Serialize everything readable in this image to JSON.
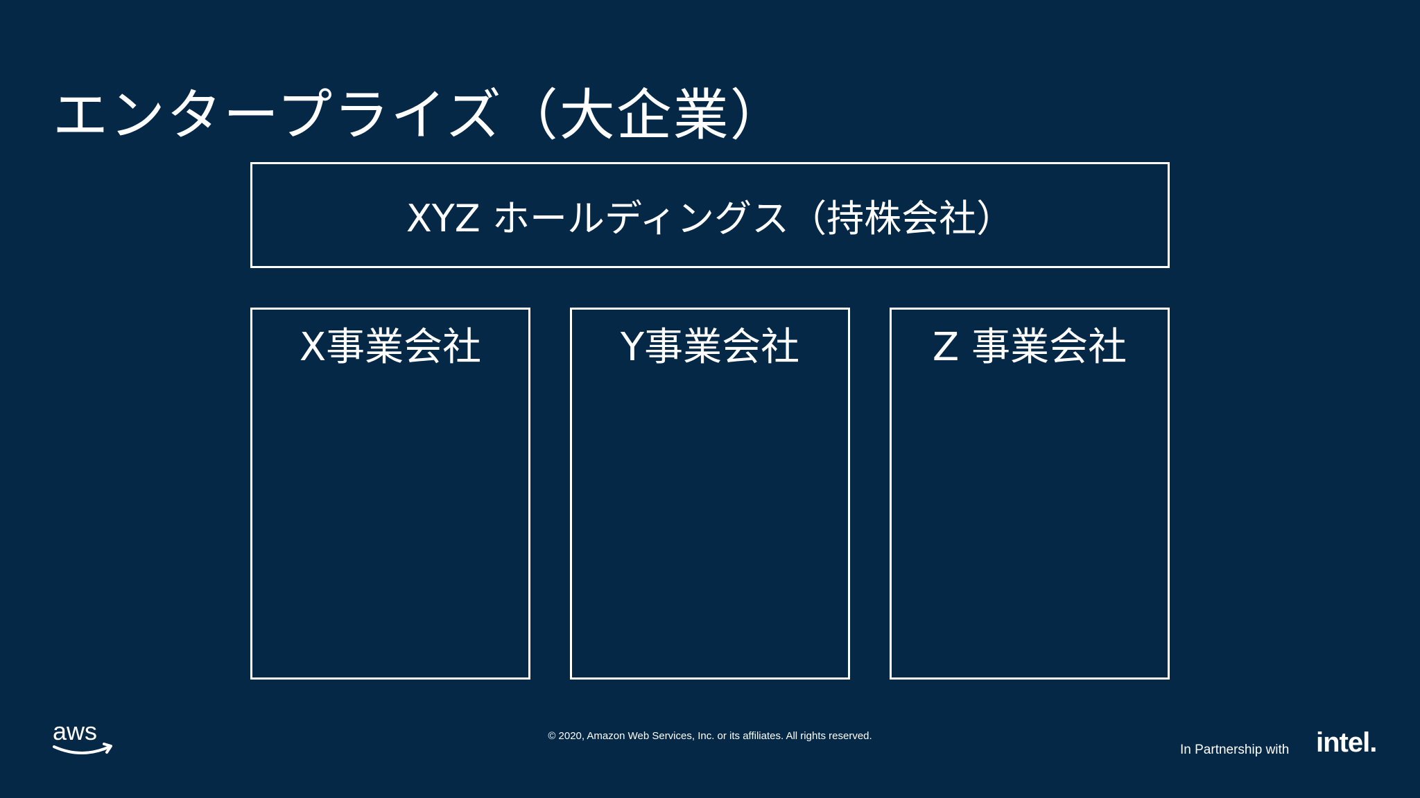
{
  "slide": {
    "title": "エンタープライズ（大企業）",
    "holding": {
      "label": "XYZ ホールディングス（持株会社）"
    },
    "companies": [
      {
        "label": "X事業会社"
      },
      {
        "label": "Y事業会社"
      },
      {
        "label": "Z 事業会社"
      }
    ]
  },
  "footer": {
    "aws_logo_text": "aws",
    "copyright": "© 2020, Amazon Web Services, Inc. or its affiliates. All rights reserved.",
    "partnership_text": "In Partnership with",
    "intel_logo_text": "intel."
  },
  "colors": {
    "background": "#052847",
    "foreground": "#ffffff"
  }
}
